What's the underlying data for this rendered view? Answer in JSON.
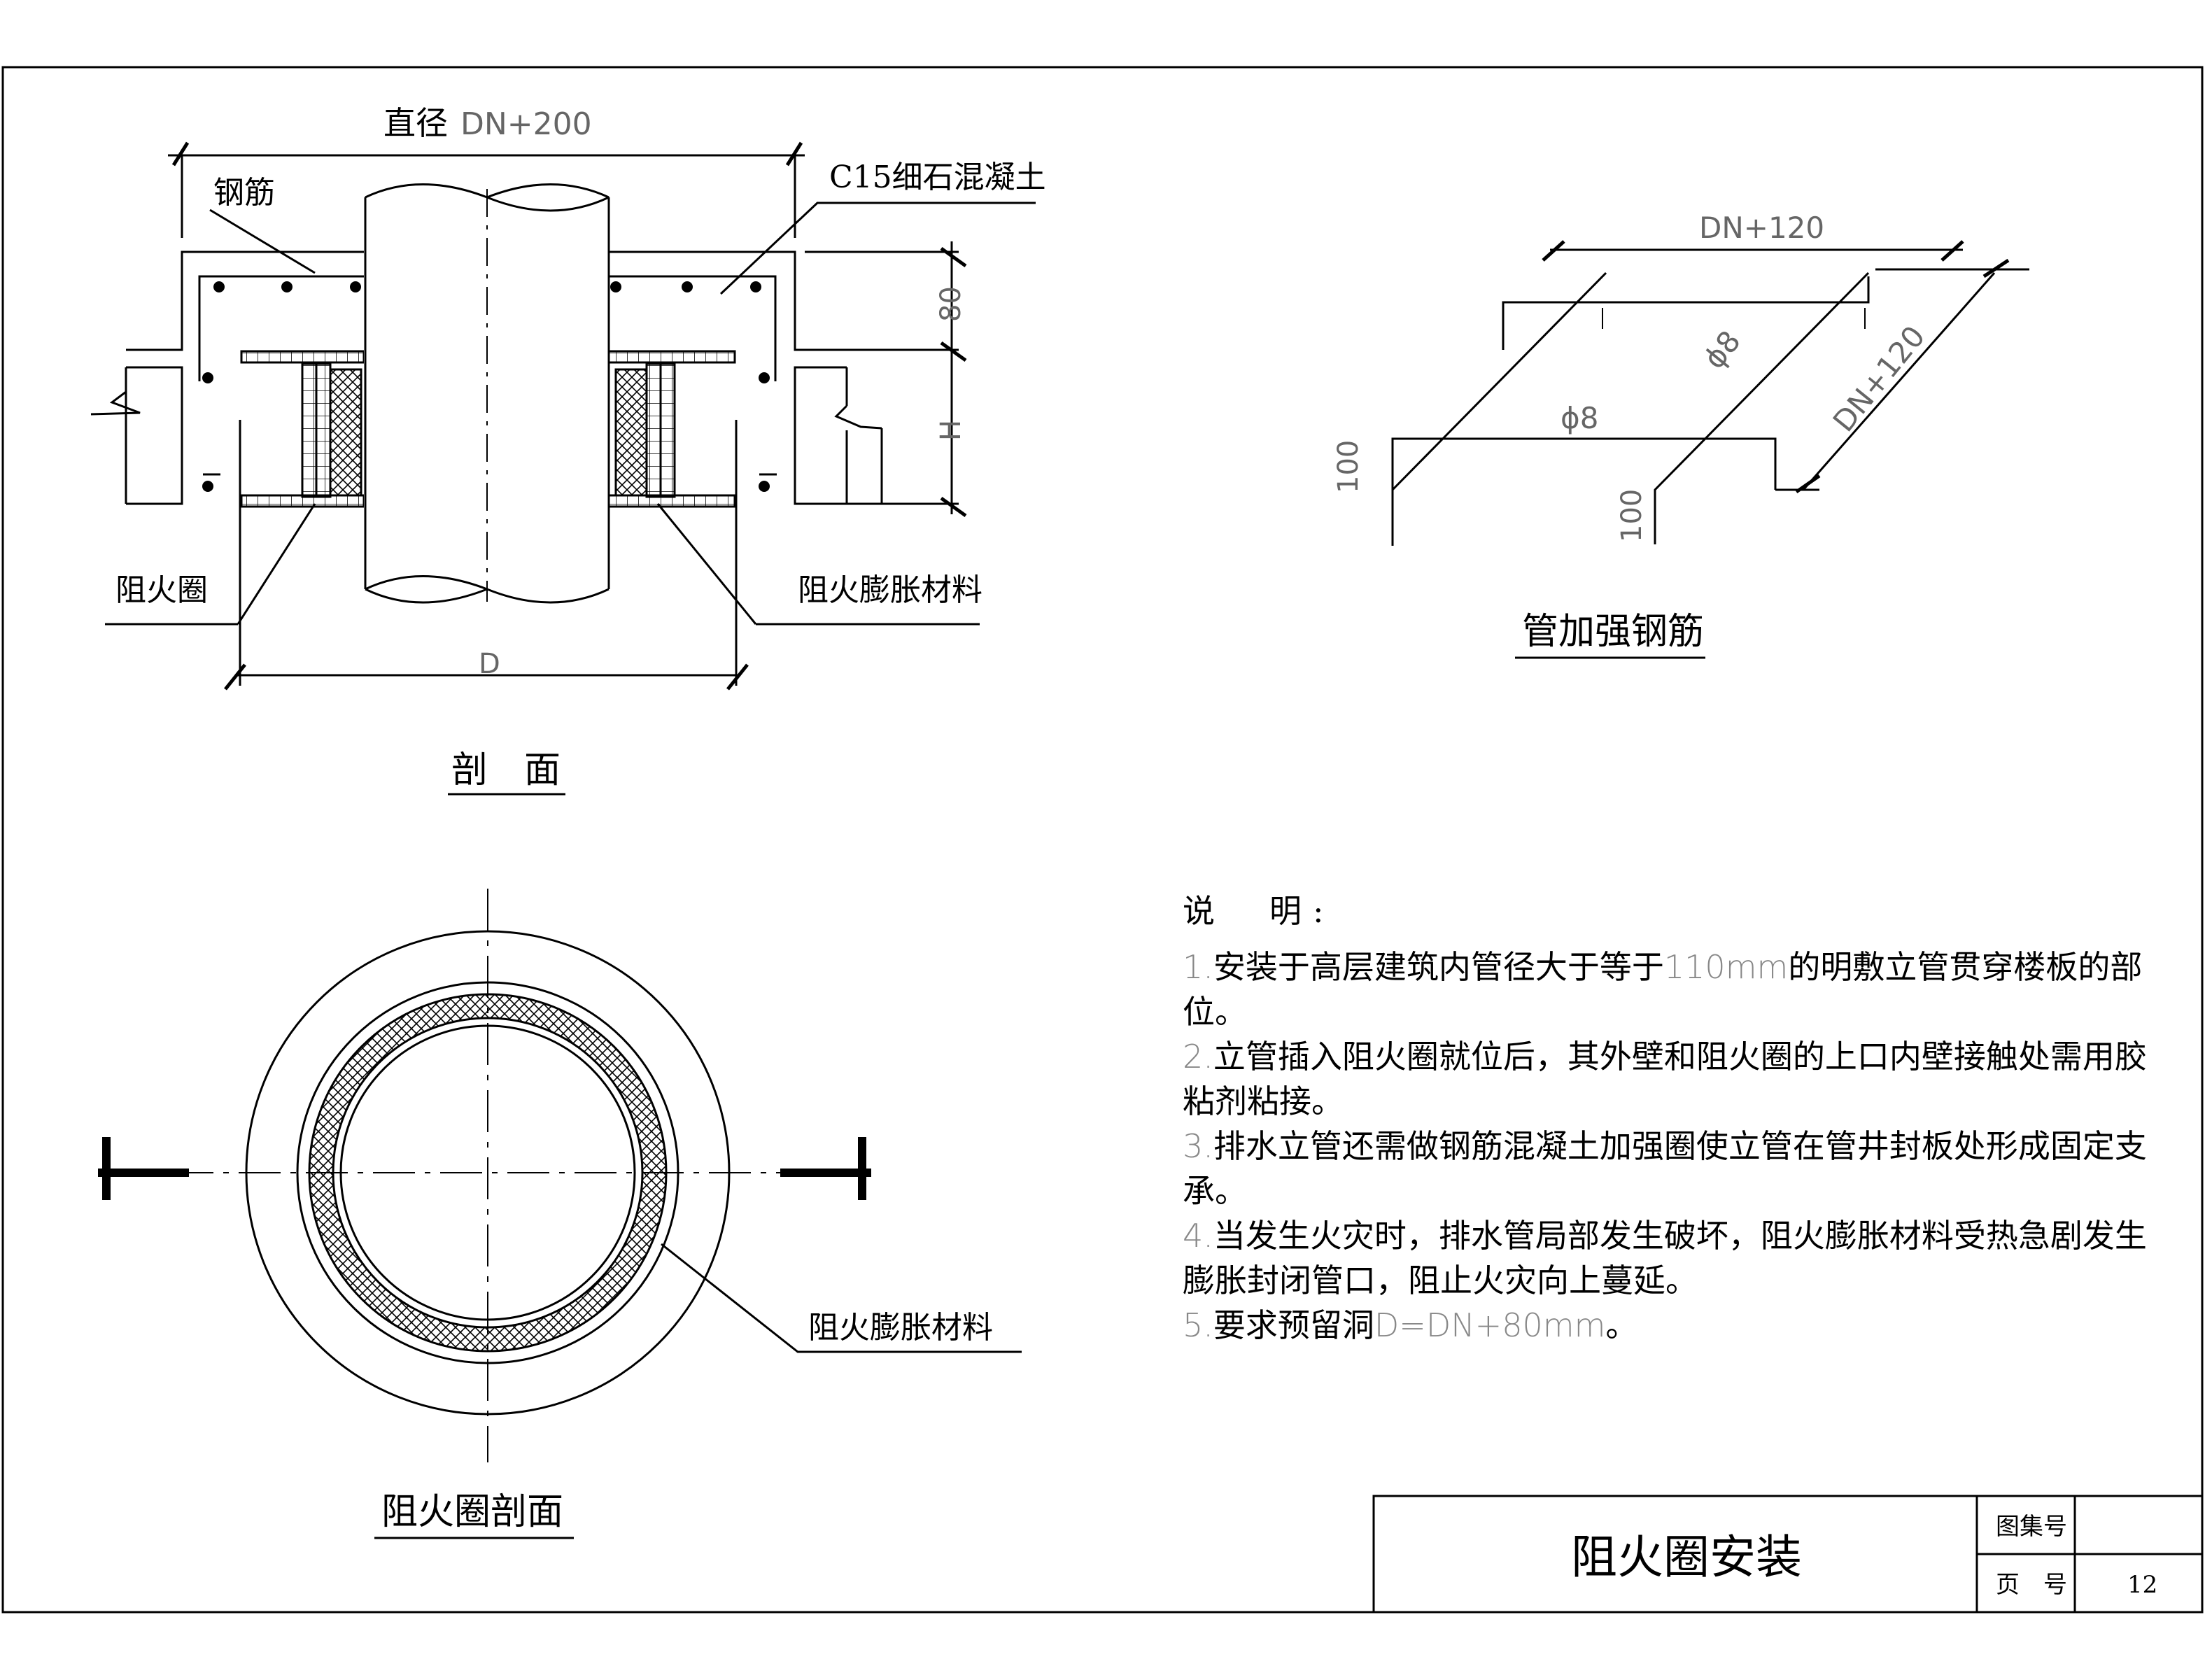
{
  "section": {
    "dim_top_prefix": "直径",
    "dim_top_value": "DN+200",
    "label_rebar": "钢筋",
    "label_concrete": "C15细石混凝土",
    "dim_80": "80",
    "dim_H": "H",
    "label_fire_ring": "阻火圈",
    "label_expansion": "阻火膨胀材料",
    "dim_D": "D",
    "title": "剖　面"
  },
  "rebar_detail": {
    "dim_top": "DN+120",
    "dim_diag": "DN+120",
    "phi1": "ϕ8",
    "phi2": "ϕ8",
    "dim_100_left": "100",
    "dim_100_right": "100",
    "title": "管加强钢筋"
  },
  "ring_section": {
    "label_expansion": "阻火膨胀材料",
    "title": "阻火圈剖面"
  },
  "notes": {
    "heading": "说　明:",
    "items": [
      {
        "num": "1.",
        "text": "安装于高层建筑内管径大于等于",
        "accent": "110mm",
        "text2": "的明敷立管贯穿楼板的部位。"
      },
      {
        "num": "2.",
        "text": "立管插入阻火圈就位后，其外壁和阻火圈的上口内壁接触处需用胶粘剂粘接。",
        "accent": "",
        "text2": ""
      },
      {
        "num": "3.",
        "text": "排水立管还需做钢筋混凝土加强圈使立管在管井封板处形成固定支承。",
        "accent": "",
        "text2": ""
      },
      {
        "num": "4.",
        "text": "当发生火灾时，排水管局部发生破坏，阻火膨胀材料受热急剧发生膨胀封闭管口，阻止火灾向上蔓延。",
        "accent": "",
        "text2": ""
      },
      {
        "num": "5.",
        "text": "要求预留洞",
        "accent": "D=DN+80mm",
        "text2": "。"
      }
    ]
  },
  "title_block": {
    "title": "阻火圈安装",
    "atlas_label": "图集号",
    "atlas_value": "",
    "page_label": "页　号",
    "page_value": "12"
  }
}
